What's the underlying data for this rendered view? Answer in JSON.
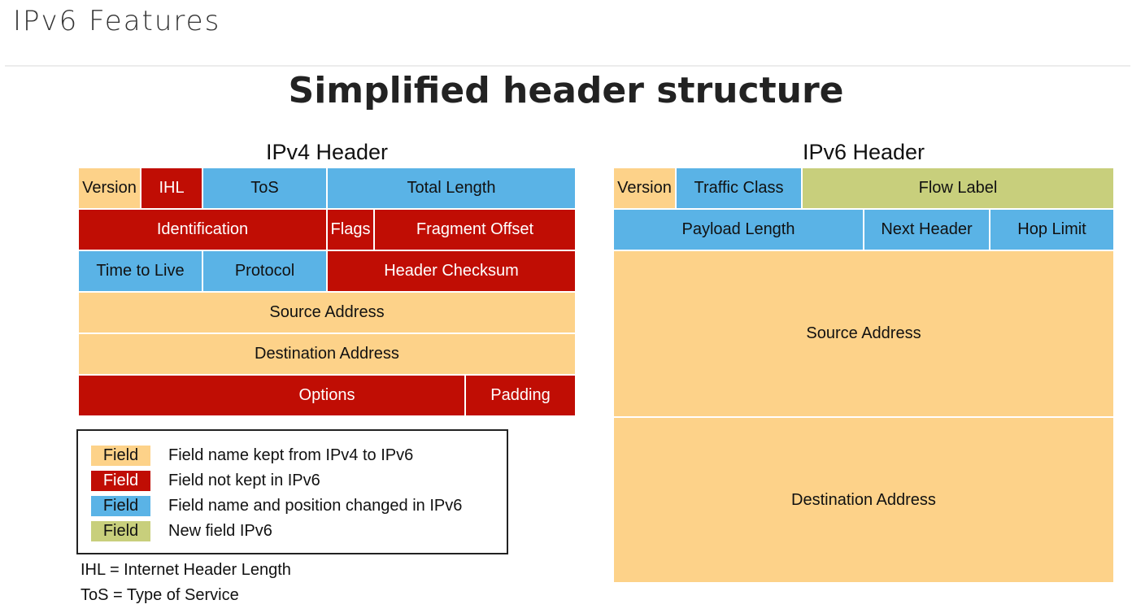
{
  "slide": {
    "title": "IPv6 Features",
    "subtitle": "Simplified header structure"
  },
  "colors": {
    "kept": "#fdd289",
    "removed": "#c00d04",
    "changed": "#5ab3e6",
    "new": "#c8cf7c"
  },
  "ipv4": {
    "title": "IPv4 Header",
    "fields": {
      "version": "Version",
      "ihl": "IHL",
      "tos": "ToS",
      "total_length": "Total Length",
      "identification": "Identification",
      "flags": "Flags",
      "fragment_offset": "Fragment Offset",
      "ttl": "Time to Live",
      "protocol": "Protocol",
      "header_checksum": "Header Checksum",
      "source_address": "Source Address",
      "destination_address": "Destination Address",
      "options": "Options",
      "padding": "Padding"
    }
  },
  "ipv6": {
    "title": "IPv6 Header",
    "fields": {
      "version": "Version",
      "traffic_class": "Traffic Class",
      "flow_label": "Flow Label",
      "payload_length": "Payload Length",
      "next_header": "Next Header",
      "hop_limit": "Hop Limit",
      "source_address": "Source Address",
      "destination_address": "Destination Address"
    }
  },
  "legend": {
    "swatch_label": "Field",
    "items": [
      "Field name kept from IPv4 to IPv6",
      "Field not kept in IPv6",
      "Field name and position changed in IPv6",
      "New field IPv6"
    ]
  },
  "notes": {
    "ihl": "IHL = Internet Header Length",
    "tos": "ToS = Type of Service"
  }
}
